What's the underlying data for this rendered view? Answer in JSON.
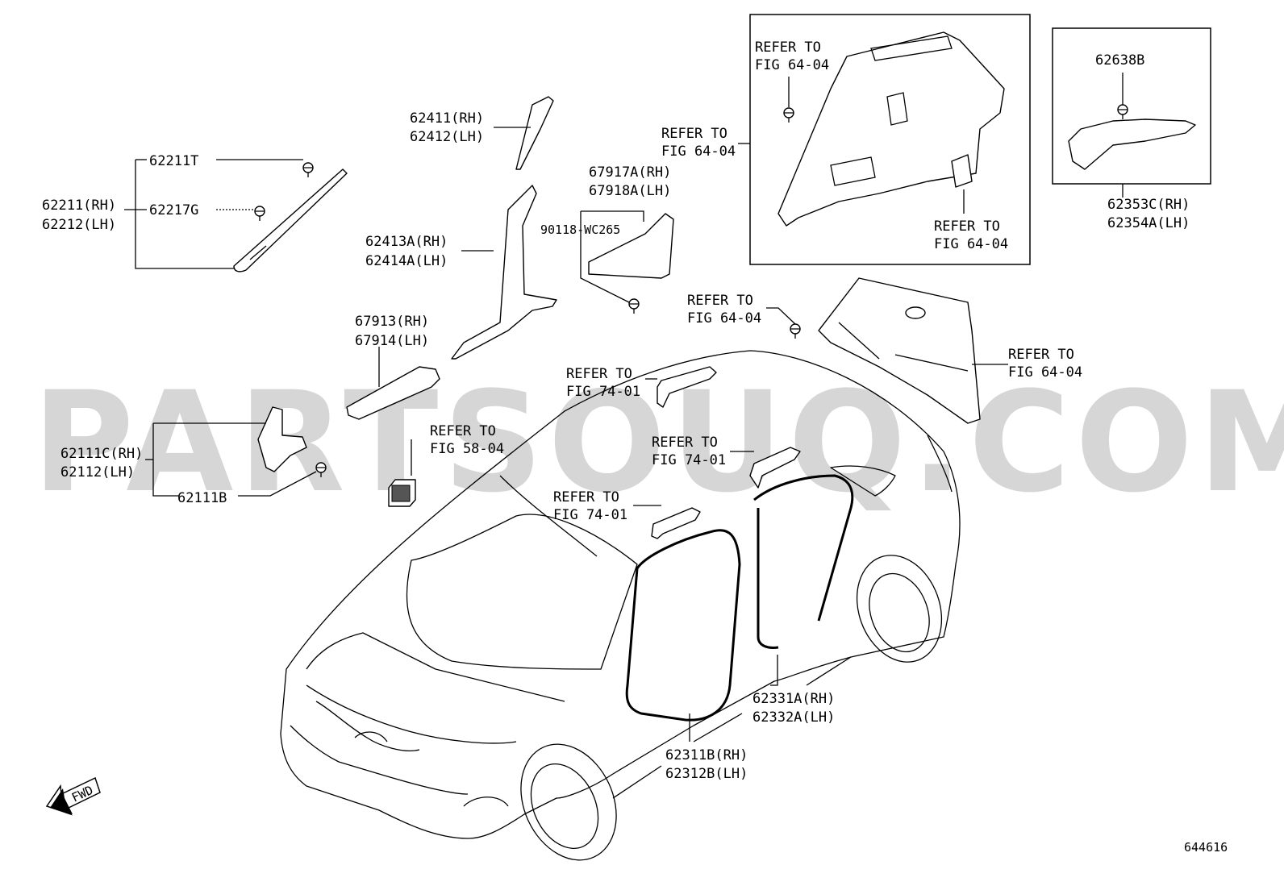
{
  "watermark": "PARTSOUQ.COM",
  "figure_number": "644616",
  "fwd_label": "FWD",
  "labels": {
    "p62211T": "62211T",
    "p62217G": "62217G",
    "p62211_rh": "62211(RH)",
    "p62212_lh": "62212(LH)",
    "p62411_rh": "62411(RH)",
    "p62412_lh": "62412(LH)",
    "p62413A_rh": "62413A(RH)",
    "p62414A_lh": "62414A(LH)",
    "p67917A_rh": "67917A(RH)",
    "p67918A_lh": "67918A(LH)",
    "p90118": "90118-WC265",
    "p67913_rh": "67913(RH)",
    "p67914_lh": "67914(LH)",
    "p62111C_rh": "62111C(RH)",
    "p62112_lh": "62112(LH)",
    "p62111B": "62111B",
    "p62638B": "62638B",
    "p62353C_rh": "62353C(RH)",
    "p62354A_lh": "62354A(LH)",
    "p62331A_rh": "62331A(RH)",
    "p62332A_lh": "62332A(LH)",
    "p62311B_rh": "62311B(RH)",
    "p62312B_lh": "62312B(LH)"
  },
  "refs": {
    "r1": {
      "l1": "REFER TO",
      "l2": "FIG 64-04"
    },
    "r2": {
      "l1": "REFER TO",
      "l2": "FIG 64-04"
    },
    "r3": {
      "l1": "REFER TO",
      "l2": "FIG 64-04"
    },
    "r4": {
      "l1": "REFER TO",
      "l2": "FIG 64-04"
    },
    "r5": {
      "l1": "REFER TO",
      "l2": "FIG 64-04"
    },
    "r6": {
      "l1": "REFER TO",
      "l2": "FIG 74-01"
    },
    "r7": {
      "l1": "REFER TO",
      "l2": "FIG 74-01"
    },
    "r8": {
      "l1": "REFER TO",
      "l2": "FIG 74-01"
    },
    "r9": {
      "l1": "REFER TO",
      "l2": "FIG 58-04"
    }
  }
}
